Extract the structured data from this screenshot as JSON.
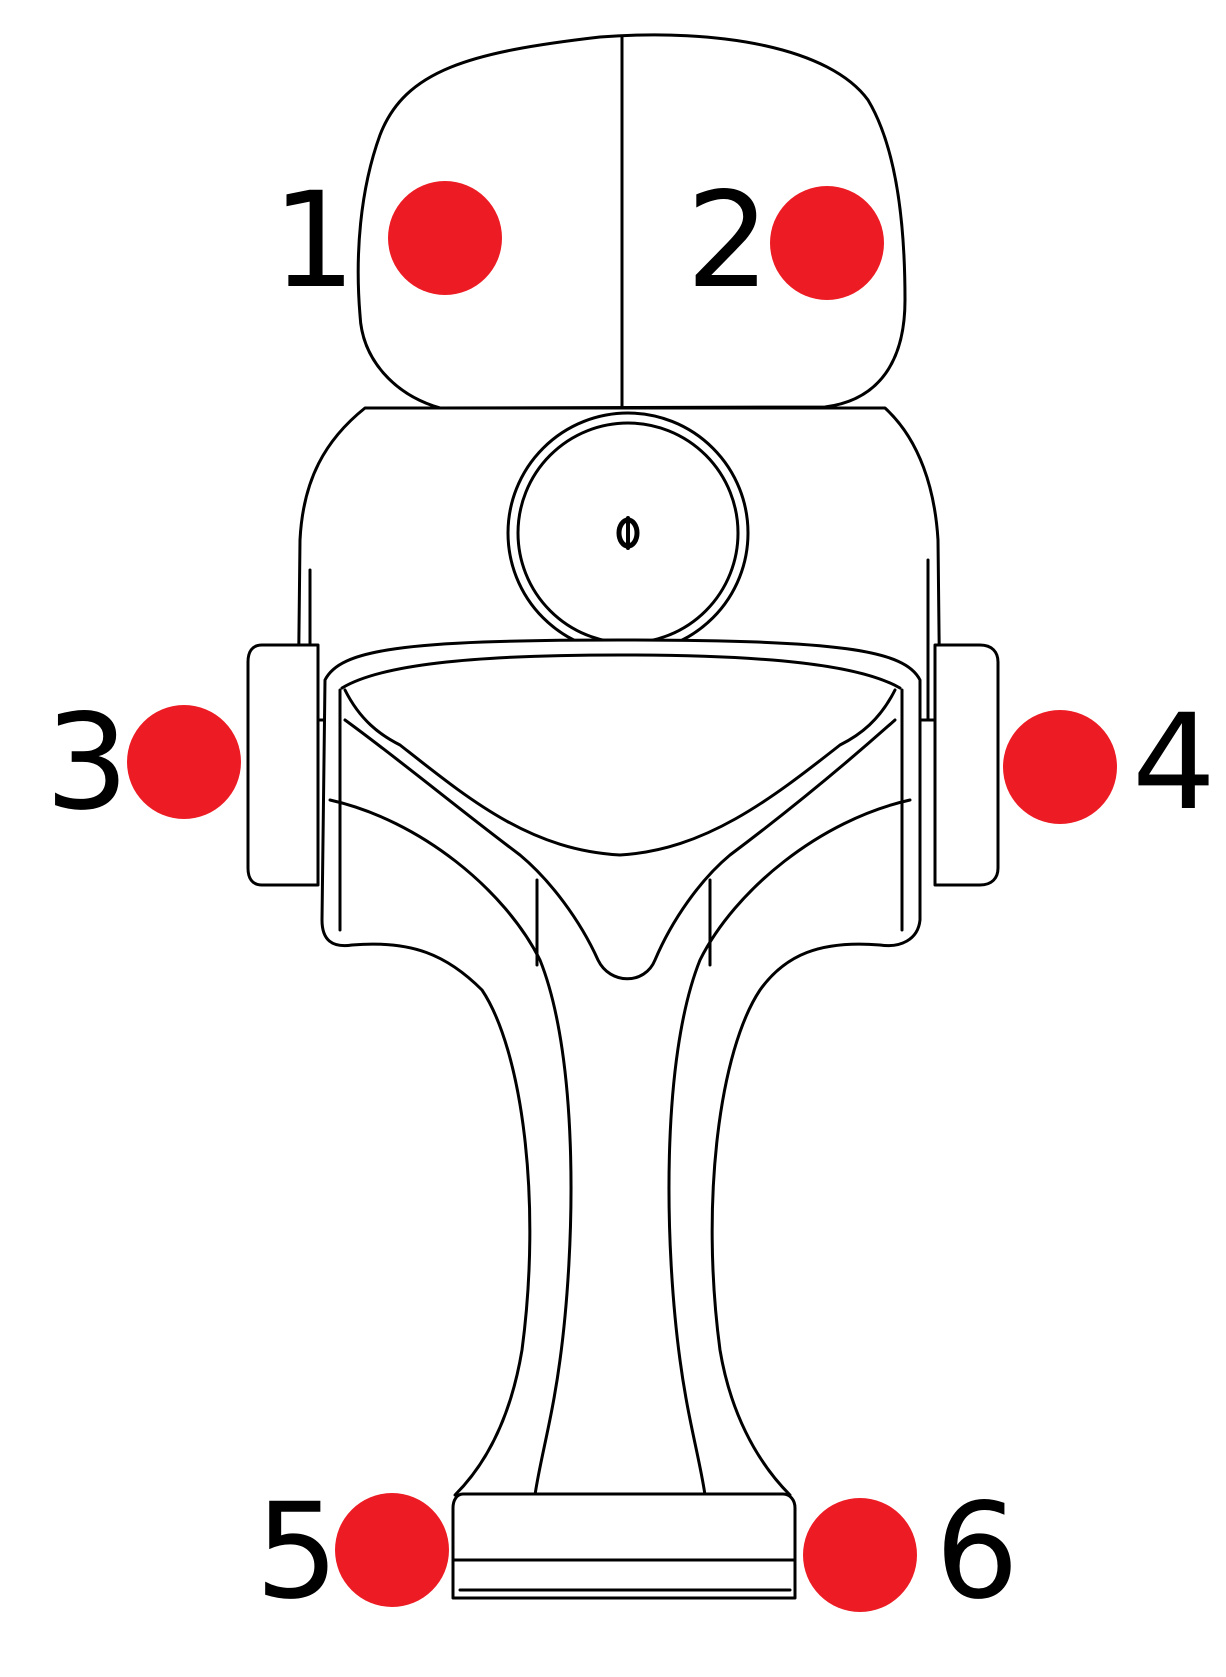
{
  "diagram": {
    "marker_color": "#ed1c24",
    "line_color": "#000000",
    "background": "#ffffff",
    "markers": [
      {
        "id": "m1",
        "label": "1"
      },
      {
        "id": "m2",
        "label": "2"
      },
      {
        "id": "m3",
        "label": "3"
      },
      {
        "id": "m4",
        "label": "4"
      },
      {
        "id": "m5",
        "label": "5"
      },
      {
        "id": "m6",
        "label": "6"
      }
    ]
  }
}
